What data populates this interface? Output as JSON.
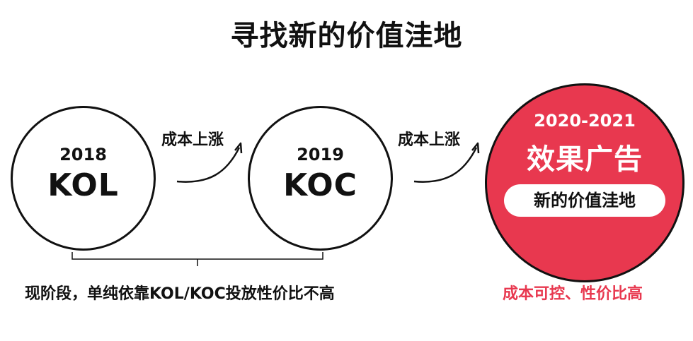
{
  "title": "寻找新的价值洼地",
  "stages": [
    {
      "year": "2018",
      "label": "KOL"
    },
    {
      "year": "2019",
      "label": "KOC"
    },
    {
      "year": "2020-2021",
      "label": "效果广告",
      "pill": "新的价值洼地"
    }
  ],
  "arrows": [
    {
      "label": "成本上涨"
    },
    {
      "label": "成本上涨"
    }
  ],
  "bottom": {
    "left": "现阶段，单纯依靠KOL/KOC投放性价比不高",
    "right": "成本可控、性价比高"
  },
  "colors": {
    "accent": "#e8384f",
    "text": "#111111",
    "background": "#ffffff"
  }
}
